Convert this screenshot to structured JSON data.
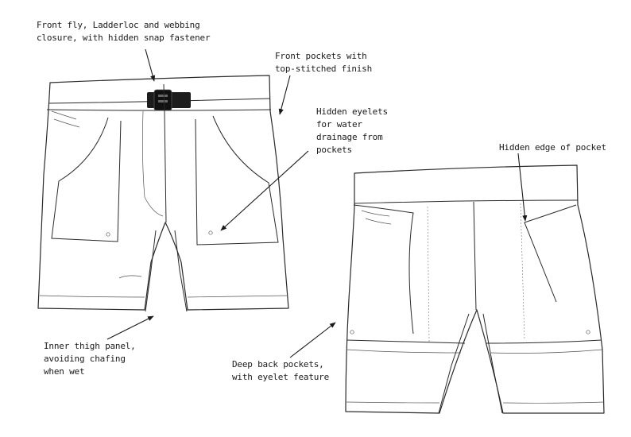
{
  "annotations": {
    "fly_closure": [
      "Front fly, Ladderloc and webbing",
      "closure, with hidden snap fastener"
    ],
    "front_pockets": [
      "Front pockets with",
      "top-stitched finish"
    ],
    "hidden_eyelets": [
      "Hidden eyelets",
      "for water",
      "drainage from",
      "pockets"
    ],
    "hidden_edge": [
      "Hidden edge of pocket"
    ],
    "inner_thigh": [
      "Inner thigh panel,",
      "avoiding chafing",
      "when wet"
    ],
    "back_pockets": [
      "Deep back pockets,",
      "with eyelet feature"
    ]
  }
}
